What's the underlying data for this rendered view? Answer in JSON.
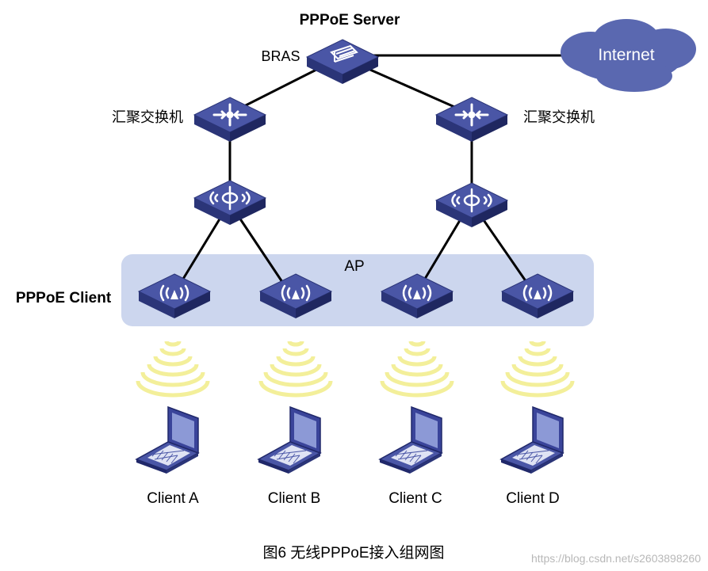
{
  "diagram": {
    "server_title": "PPPoE Server",
    "bras_label": "BRAS",
    "internet_label": "Internet",
    "agg_left_label": "汇聚交换机",
    "agg_right_label": "汇聚交换机",
    "ap_group_label": "AP",
    "client_group_label": "PPPoE Client",
    "clients": [
      "Client A",
      "Client B",
      "Client C",
      "Client D"
    ],
    "caption": "图6  无线PPPoE接入组网图",
    "watermark": "https://blog.csdn.net/s2603898260"
  },
  "colors": {
    "device_top": "#4a56a6",
    "device_side": "#2b3578",
    "cloud": "#5a68b0",
    "ap_band": "#ccd6ee",
    "wifi_wave": "#f3ef9a",
    "link": "#000000"
  },
  "icons": {
    "bras": "router-icon",
    "aggregation": "switch-icon",
    "access": "access-switch-icon",
    "ap": "wireless-ap-icon",
    "client": "laptop-icon",
    "internet": "cloud-icon"
  }
}
